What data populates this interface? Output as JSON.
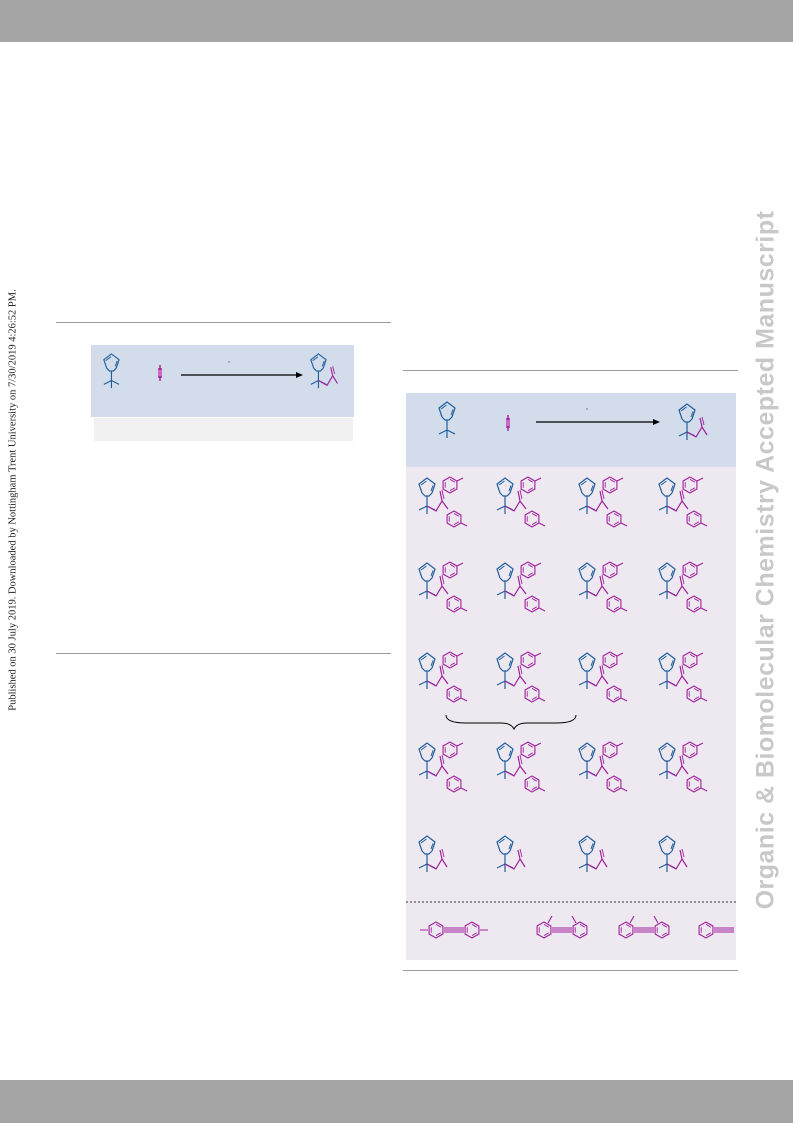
{
  "side_note": "Published on 30 July 2019. Downloaded by Nottingham Trent University on 7/30/2019 4:26:52 PM.",
  "watermark": "Organic & Biomolecular Chemistry Accepted Manuscript",
  "colors": {
    "header_bar": "#a5a5a5",
    "scheme_header_bg": "#d2dcea",
    "scope_bg": "#eee9f1",
    "substrate_blue": "#1f5f9e",
    "alkyne_purple": "#a0209c",
    "rule_gray": "#999999",
    "watermark_gray": "#c8c8c8"
  },
  "structures": {
    "reactant_pyrrole": "pyrrole-tert-butyl-structure",
    "reactant_alkyne": "alkyne-structure",
    "product": "alkenylated-pyrrole-structure",
    "scope_rows": 5,
    "scope_cols": 4,
    "alkyne_examples": 4
  }
}
